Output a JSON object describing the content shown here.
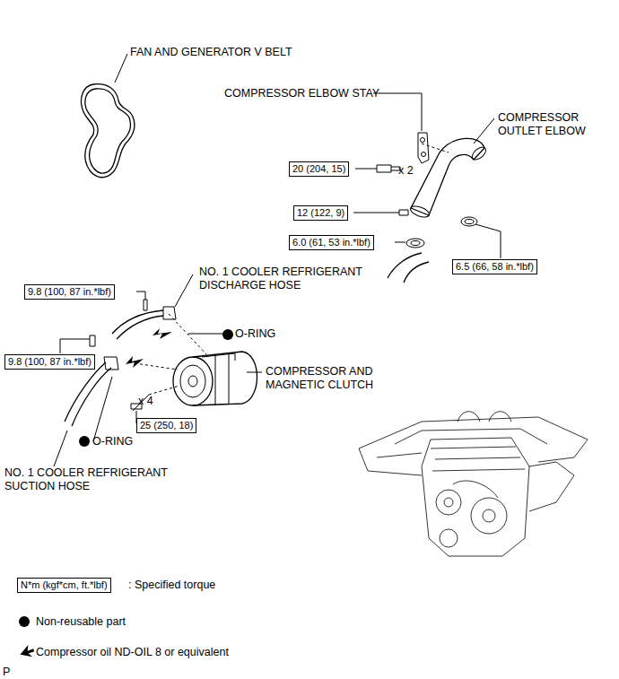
{
  "diagram": {
    "nodes": [
      {
        "text": [
          "20 (204, 15)"
        ]
      },
      {
        "text": [
          "12 (122, 9)"
        ]
      },
      {
        "text": [
          "6.0 (61, 53 in.*lbf)"
        ]
      },
      {
        "text": [
          "6.5 (66, 58 in.*lbf)"
        ]
      },
      {
        "text": [
          "9.8 (100, 87 in.*lbf)"
        ]
      },
      {
        "text": [
          "9.8 (100, 87 in.*lbf)"
        ]
      },
      {
        "text": [
          "25 (250, 18)"
        ]
      },
      {
        "text": [
          "N*m (kgf*cm, ft.*lbf)"
        ]
      }
    ],
    "labels": [
      "FAN AND GENERATOR V BELT",
      "COMPRESSOR ELBOW STAY",
      "COMPRESSOR OUTLET ELBOW",
      "x 2",
      "NO. 1 COOLER REFRIGERANT DISCHARGE HOSE",
      "O-RING",
      "COMPRESSOR AND MAGNETIC CLUTCH",
      "x 4",
      "O-RING",
      "NO. 1 COOLER REFRIGERANT SUCTION HOSE",
      "P"
    ],
    "legend": [
      {
        "text": ": Specified torque"
      },
      {
        "text": "Non-reusable part"
      },
      {
        "text": "Compressor oil ND-OIL 8 or equivalent"
      }
    ]
  }
}
